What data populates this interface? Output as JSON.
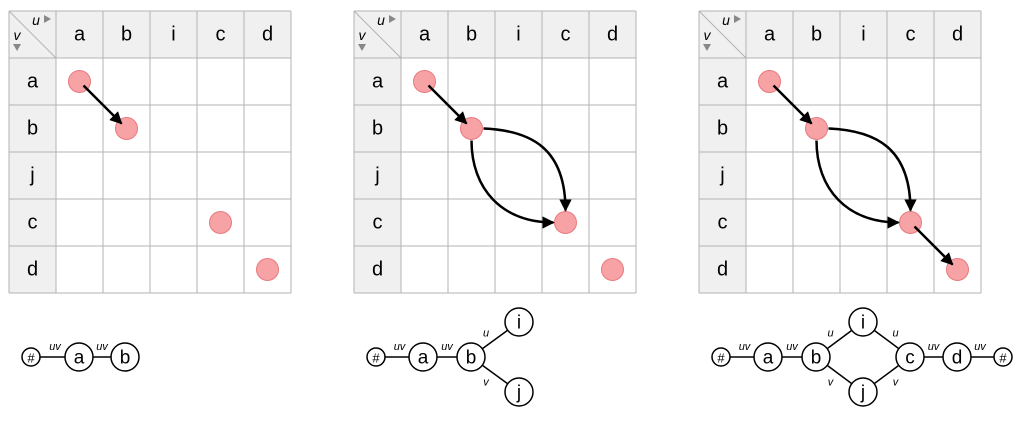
{
  "grid": {
    "u_label": "u",
    "v_label": "v",
    "col_headers": [
      "a",
      "b",
      "i",
      "c",
      "d"
    ],
    "row_headers": [
      "a",
      "b",
      "j",
      "c",
      "d"
    ]
  },
  "panels": [
    {
      "dots": [
        [
          0,
          0
        ],
        [
          1,
          1
        ],
        [
          3,
          3
        ],
        [
          4,
          4
        ]
      ],
      "arrows": [
        {
          "from": [
            0,
            0
          ],
          "to": [
            1,
            1
          ],
          "curve": 0
        }
      ]
    },
    {
      "dots": [
        [
          0,
          0
        ],
        [
          1,
          1
        ],
        [
          3,
          3
        ],
        [
          4,
          4
        ]
      ],
      "arrows": [
        {
          "from": [
            0,
            0
          ],
          "to": [
            1,
            1
          ],
          "curve": 0
        },
        {
          "from": [
            1,
            1
          ],
          "to": [
            3,
            3
          ],
          "curve": 1
        },
        {
          "from": [
            1,
            1
          ],
          "to": [
            3,
            3
          ],
          "curve": -1
        }
      ]
    },
    {
      "dots": [
        [
          0,
          0
        ],
        [
          1,
          1
        ],
        [
          3,
          3
        ],
        [
          4,
          4
        ]
      ],
      "arrows": [
        {
          "from": [
            0,
            0
          ],
          "to": [
            1,
            1
          ],
          "curve": 0
        },
        {
          "from": [
            1,
            1
          ],
          "to": [
            3,
            3
          ],
          "curve": 1
        },
        {
          "from": [
            1,
            1
          ],
          "to": [
            3,
            3
          ],
          "curve": -1
        },
        {
          "from": [
            3,
            3
          ],
          "to": [
            4,
            4
          ],
          "curve": 0
        }
      ]
    }
  ],
  "graphs": [
    {
      "nodes": [
        {
          "id": "n0",
          "label": "#",
          "small": true
        },
        {
          "id": "n1",
          "label": "a"
        },
        {
          "id": "n2",
          "label": "b"
        }
      ],
      "edges": [
        {
          "a": "n0",
          "b": "n1",
          "label": "uv"
        },
        {
          "a": "n1",
          "b": "n2",
          "label": "uv"
        }
      ]
    },
    {
      "nodes": [
        {
          "id": "n0",
          "label": "#",
          "small": true
        },
        {
          "id": "n1",
          "label": "a"
        },
        {
          "id": "n2",
          "label": "b"
        },
        {
          "id": "n3",
          "label": "i"
        },
        {
          "id": "n4",
          "label": "j"
        }
      ],
      "edges": [
        {
          "a": "n0",
          "b": "n1",
          "label": "uv"
        },
        {
          "a": "n1",
          "b": "n2",
          "label": "uv"
        },
        {
          "a": "n2",
          "b": "n3",
          "label": "u"
        },
        {
          "a": "n2",
          "b": "n4",
          "label": "v"
        }
      ]
    },
    {
      "nodes": [
        {
          "id": "n0",
          "label": "#",
          "small": true
        },
        {
          "id": "n1",
          "label": "a"
        },
        {
          "id": "n2",
          "label": "b"
        },
        {
          "id": "n3",
          "label": "i"
        },
        {
          "id": "n4",
          "label": "j"
        },
        {
          "id": "n5",
          "label": "c"
        },
        {
          "id": "n6",
          "label": "d"
        },
        {
          "id": "n7",
          "label": "#",
          "small": true
        }
      ],
      "edges": [
        {
          "a": "n0",
          "b": "n1",
          "label": "uv"
        },
        {
          "a": "n1",
          "b": "n2",
          "label": "uv"
        },
        {
          "a": "n2",
          "b": "n3",
          "label": "u"
        },
        {
          "a": "n2",
          "b": "n4",
          "label": "v"
        },
        {
          "a": "n3",
          "b": "n5",
          "label": "u"
        },
        {
          "a": "n4",
          "b": "n5",
          "label": "v"
        },
        {
          "a": "n5",
          "b": "n6",
          "label": "uv"
        },
        {
          "a": "n6",
          "b": "n7",
          "label": "uv"
        }
      ]
    }
  ],
  "colors": {
    "grid_line": "#b3b3b3",
    "header_fill": "#f0f0f0",
    "dot_fill": "#f7a3a6",
    "dot_stroke": "#e8797e",
    "arrow": "#000000",
    "node_stroke": "#000000",
    "corner_arrow": "#888888"
  }
}
